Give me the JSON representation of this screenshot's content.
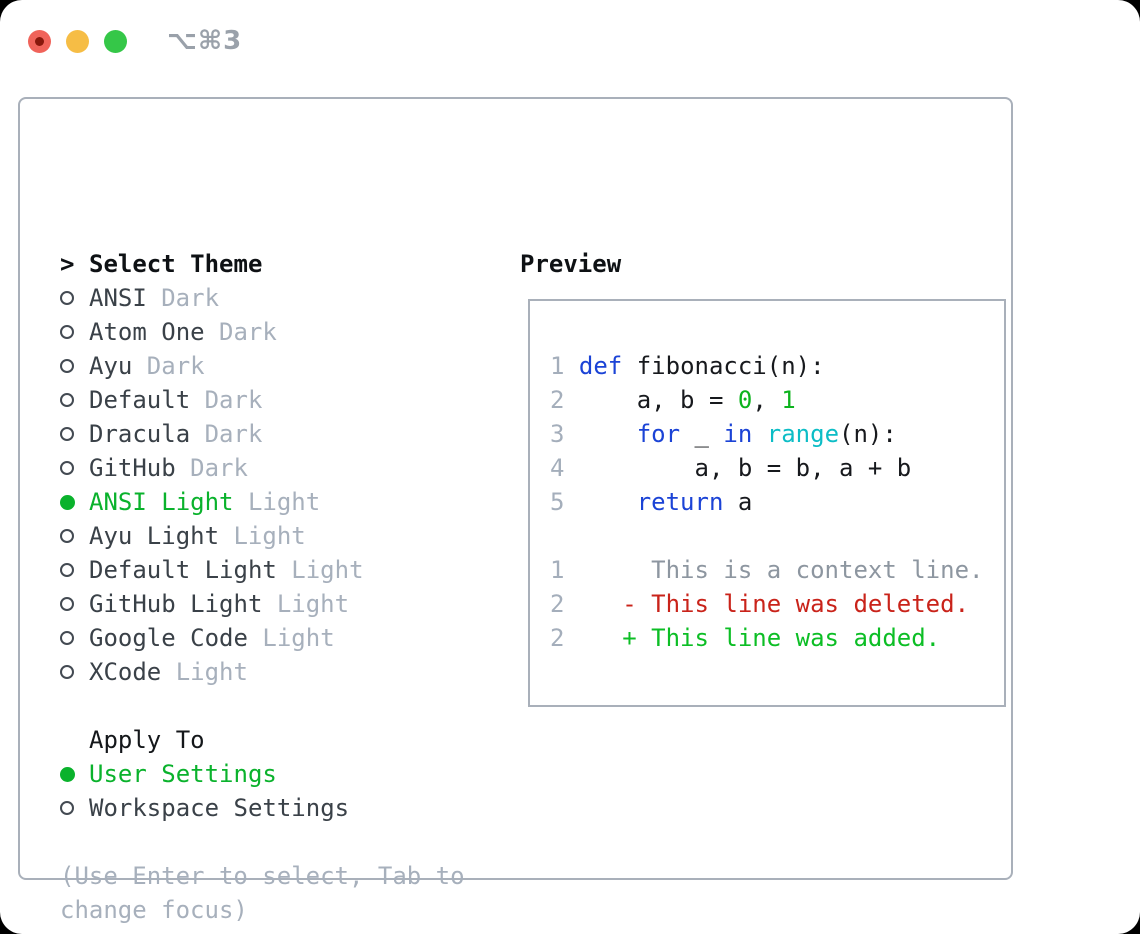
{
  "window": {
    "title": "⌥⌘3"
  },
  "colors": {
    "accent_green": "#0ab22c",
    "keyword_blue": "#1b43d6",
    "builtin_cyan": "#0cbdc6",
    "number_green": "#0db31e",
    "deleted_red": "#c9231a",
    "added_green": "#0cbe25",
    "muted_gray": "#a7b0bc",
    "border_gray": "#a9b0ba"
  },
  "theme_picker": {
    "prompt": ">",
    "title": "Select Theme",
    "items": [
      {
        "name": "ANSI",
        "variant": "Dark",
        "selected": false
      },
      {
        "name": "Atom One",
        "variant": "Dark",
        "selected": false
      },
      {
        "name": "Ayu",
        "variant": "Dark",
        "selected": false
      },
      {
        "name": "Default",
        "variant": "Dark",
        "selected": false
      },
      {
        "name": "Dracula",
        "variant": "Dark",
        "selected": false
      },
      {
        "name": "GitHub",
        "variant": "Dark",
        "selected": false
      },
      {
        "name": "ANSI Light",
        "variant": "Light",
        "selected": true
      },
      {
        "name": "Ayu Light",
        "variant": "Light",
        "selected": false
      },
      {
        "name": "Default Light",
        "variant": "Light",
        "selected": false
      },
      {
        "name": "GitHub Light",
        "variant": "Light",
        "selected": false
      },
      {
        "name": "Google Code",
        "variant": "Light",
        "selected": false
      },
      {
        "name": "XCode",
        "variant": "Light",
        "selected": false
      }
    ]
  },
  "apply_to": {
    "label": "Apply To",
    "options": [
      {
        "label": "User Settings",
        "selected": true
      },
      {
        "label": "Workspace Settings",
        "selected": false
      }
    ]
  },
  "hint": {
    "lines": [
      "(Use Enter to select, Tab to",
      "change focus)"
    ]
  },
  "preview": {
    "label": "Preview",
    "code_lines": [
      {
        "tokens": [
          {
            "t": "1 ",
            "c": "ln"
          },
          {
            "t": "def",
            "c": "kw"
          },
          {
            "t": " fibonacci(n):",
            "c": "pl"
          }
        ]
      },
      {
        "tokens": [
          {
            "t": "2 ",
            "c": "ln"
          },
          {
            "t": "    a, b = ",
            "c": "pl"
          },
          {
            "t": "0",
            "c": "num"
          },
          {
            "t": ", ",
            "c": "pl"
          },
          {
            "t": "1",
            "c": "num"
          }
        ]
      },
      {
        "tokens": [
          {
            "t": "3 ",
            "c": "ln"
          },
          {
            "t": "    ",
            "c": "pl"
          },
          {
            "t": "for",
            "c": "kw"
          },
          {
            "t": " _ ",
            "c": "pl"
          },
          {
            "t": "in",
            "c": "kw"
          },
          {
            "t": " ",
            "c": "pl"
          },
          {
            "t": "range",
            "c": "bi"
          },
          {
            "t": "(n):",
            "c": "pl"
          }
        ]
      },
      {
        "tokens": [
          {
            "t": "4 ",
            "c": "ln"
          },
          {
            "t": "        a, b = b, a + b",
            "c": "pl"
          }
        ]
      },
      {
        "tokens": [
          {
            "t": "5 ",
            "c": "ln"
          },
          {
            "t": "    ",
            "c": "pl"
          },
          {
            "t": "return",
            "c": "kw"
          },
          {
            "t": " a",
            "c": "pl"
          }
        ]
      },
      {
        "tokens": []
      },
      {
        "tokens": [
          {
            "t": "1",
            "c": "ln"
          },
          {
            "t": "      This is a context line.",
            "c": "ctx"
          }
        ]
      },
      {
        "tokens": [
          {
            "t": "2",
            "c": "ln"
          },
          {
            "t": "    ",
            "c": "pl"
          },
          {
            "t": "- This line was deleted.",
            "c": "del"
          }
        ]
      },
      {
        "tokens": [
          {
            "t": "2",
            "c": "ln"
          },
          {
            "t": "    ",
            "c": "pl"
          },
          {
            "t": "+ This line was added.",
            "c": "add"
          }
        ]
      }
    ]
  }
}
